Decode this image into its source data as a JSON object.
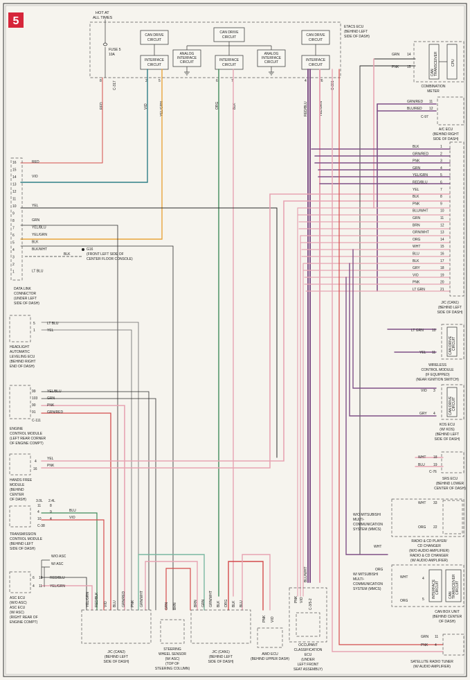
{
  "badge": {
    "number": "5",
    "color": "#d6263a"
  },
  "wire_colors": {
    "pink": "#e7a3b2",
    "purple": "#7e4f86",
    "black": "#2a2a2a",
    "green": "#3f8a5a",
    "orange": "#e9a43a",
    "red": "#d44b4b",
    "teal": "#2f7e86",
    "grey": "#666666"
  },
  "top": {
    "hot": "HOT AT",
    "alltimes": "ALL TIMES",
    "fuse1": "FUSE 5",
    "fuse2": "10A",
    "etacs1": "ETACS ECU",
    "etacs2": "(BEHIND LEFT",
    "etacs3": "SIDE OF DASH)",
    "can1": "CAN DRIVE",
    "can2": "CIRCUIT",
    "if1": "INTERFACE",
    "an1": "ANALOG",
    "an2": "INTERFACE",
    "an3": "CIRCUIT",
    "c317": "C-317",
    "c301": "C-301",
    "w_red": "RED",
    "w_vio": "VIO",
    "w_yelgrn": "YEL/GRN",
    "w_org": "ORG",
    "w_blk": "BLK",
    "w_redblu": "RED/BLU",
    "p8": "8",
    "p2": "2",
    "p5": "5",
    "p6": "6",
    "p7": "7",
    "p4": "4",
    "p26": "26"
  },
  "dlc": {
    "rows": [
      {
        "pin": "16",
        "wire": "RED"
      },
      {
        "pin": "15",
        "wire": ""
      },
      {
        "pin": "14",
        "wire": "VIO"
      },
      {
        "pin": "13",
        "wire": ""
      },
      {
        "pin": "12",
        "wire": ""
      },
      {
        "pin": "11",
        "wire": ""
      },
      {
        "pin": "10",
        "wire": "YEL"
      },
      {
        "pin": "9",
        "wire": ""
      },
      {
        "pin": "8",
        "wire": "GRN"
      },
      {
        "pin": "7",
        "wire": "YEL/BLU"
      },
      {
        "pin": "6",
        "wire": "YEL/GRN"
      },
      {
        "pin": "5",
        "wire": "BLK"
      },
      {
        "pin": "4",
        "wire": "BLK/WHT"
      },
      {
        "pin": "3",
        "wire": ""
      },
      {
        "pin": "2",
        "wire": ""
      },
      {
        "pin": "1",
        "wire": "LT BLU"
      }
    ],
    "blk": "BLK",
    "g16": "G16",
    "g16a": "(FRONT LEFT SIDE OF",
    "g16b": "CENTER FLOOR CONSOLE)",
    "name1": "DATA LINK",
    "name2": "CONNECTOR",
    "name3": "(UNDER LEFT",
    "name4": "SIDE OF DASH)"
  },
  "headlight": {
    "rows": [
      {
        "pin": "5",
        "wire": "LT BLU"
      },
      {
        "pin": "1",
        "wire": "YEL"
      }
    ],
    "name1": "HEADLIGHT",
    "name2": "AUTOMATIC",
    "name3": "LEVELING ECU",
    "name4": "(BEHIND RIGHT",
    "name5": "END OF DASH)"
  },
  "ecm": {
    "rows": [
      {
        "pin": "99",
        "wire": "YEL/BLU"
      },
      {
        "pin": "103",
        "wire": "GRN"
      },
      {
        "pin": "90",
        "wire": "PNK"
      },
      {
        "pin": "91",
        "wire": "GRN/RED"
      }
    ],
    "conn": "C-111",
    "name1": "ENGINE",
    "name2": "CONTROL MODULE",
    "name3": "(LEFT REAR CORNER",
    "name4": "OF ENGINE COMPT)"
  },
  "handsfree": {
    "rows": [
      {
        "pin": "4",
        "wire": "YEL"
      },
      {
        "pin": "16",
        "wire": "PNK"
      }
    ],
    "name1": "HANDS FREE",
    "name2": "MODULE",
    "name3": "(BEHIND",
    "name4": "CENTER",
    "name5": "OF DASH)"
  },
  "tcm": {
    "hdr1": "3.0L",
    "hdr2": "2.4L",
    "rows": [
      {
        "p1": "4",
        "p2": "9",
        "wire": "BLU"
      },
      {
        "p1": "10",
        "p2": "4",
        "wire": "VIO"
      }
    ],
    "p1b": "11",
    "p2b": "8",
    "conn": "C-38",
    "name1": "TRANSMISSION",
    "name2": "CONTROL MODULE",
    "name3": "(BEHIND LEFT",
    "name4": "SIDE OF DASH)"
  },
  "asc": {
    "wo": "W/O ASC",
    "w": "W/ ASC",
    "rows": [
      {
        "pin": "6",
        "pin2": "10",
        "wire": "RED/BLU"
      },
      {
        "pin": "4",
        "pin2": "11",
        "wire": "YEL/GRN"
      }
    ],
    "name1": "ASC ECU",
    "name2": "(W/O ASC)",
    "name3": "ASC ECU",
    "name4": "(W/ ASC)",
    "name5": "(RIGHT REAR OF",
    "name6": "ENGINE COMPT)"
  },
  "bottom": {
    "jc1_wires": [
      "YEL/GRN",
      "RED/BLK",
      "VIO",
      "BLU",
      "GRN/RED",
      "PNK",
      "GRN/WHT"
    ],
    "jc1_name1": "J/C (CAN2)",
    "jc1_name2": "(BEHIND LEFT",
    "jc1_name3": "SIDE OF DASH)",
    "steer_wires": [
      "GRN",
      "BRN"
    ],
    "steer_name1": "STEERING",
    "steer_name2": "WHEEL SENSOR",
    "steer_name3": "(W/ ASC)",
    "steer_name4": "(TOP OF",
    "steer_name5": "STEERING COLUMN)",
    "jc2_wires": [
      "BRN",
      "GRN",
      "GRN/WHT",
      "BLK",
      "ORG",
      "BLK",
      "BLU"
    ],
    "jc2_name1": "J/C (CAN1)",
    "jc2_name2": "(BEHIND LEFT",
    "jc2_name3": "SIDE OF DASH)",
    "awd_wires": [
      "PNK",
      "VIO"
    ],
    "awd_name1": "AWD ECU",
    "awd_name2": "(BEHIND UPPER DASH)",
    "occ_wires": [
      "BLU/WHT",
      "PNK",
      "VIO"
    ],
    "occ_conn": "C-3/5-2",
    "occ_name1": "OCCUPANT",
    "occ_name2": "CLASSIFICATION",
    "occ_name3": "ECU",
    "occ_name4": "(UNDER",
    "occ_name5": "LEFT FRONT",
    "occ_name6": "SEAT ASSEMBLY)"
  },
  "right": {
    "meter_rows": [
      {
        "pin": "14",
        "wire": "GRN"
      },
      {
        "pin": "15",
        "wire": "PNK"
      }
    ],
    "meter_name": "COMBINATION",
    "meter_name2": "METER",
    "can_label1": "CAN",
    "can_label2": "TRANSCEIVER",
    "can_label3": "CIRCUIT",
    "cpu": "CPU",
    "ac_rows": [
      {
        "pin": "11",
        "wire": "GRN/RED"
      },
      {
        "pin": "12",
        "wire": "BLU/RED"
      }
    ],
    "ac_conn": "C-97",
    "ac_name1": "A/C ECU",
    "ac_name2": "(BEHIND RIGHT",
    "ac_name3": "SIDE OF DASH)",
    "jc_rows": [
      {
        "pin": "1",
        "wire": "BLK"
      },
      {
        "pin": "2",
        "wire": "GRN/RED"
      },
      {
        "pin": "3",
        "wire": "PNK"
      },
      {
        "pin": "4",
        "wire": "GRN"
      },
      {
        "pin": "5",
        "wire": "YEL/GRN"
      },
      {
        "pin": "6",
        "wire": "RED/BLU"
      },
      {
        "pin": "7",
        "wire": "YEL"
      },
      {
        "pin": "8",
        "wire": "BLK"
      },
      {
        "pin": "9",
        "wire": "PNK"
      },
      {
        "pin": "10",
        "wire": "BLU/WHT"
      },
      {
        "pin": "11",
        "wire": "GRN"
      },
      {
        "pin": "12",
        "wire": "BRN"
      },
      {
        "pin": "13",
        "wire": "GRN/WHT"
      },
      {
        "pin": "14",
        "wire": "ORG"
      },
      {
        "pin": "15",
        "wire": "WHT"
      },
      {
        "pin": "16",
        "wire": "BLU"
      },
      {
        "pin": "17",
        "wire": "BLK"
      },
      {
        "pin": "18",
        "wire": "GRY"
      },
      {
        "pin": "19",
        "wire": "VIO"
      },
      {
        "pin": "20",
        "wire": "PNK"
      },
      {
        "pin": "21",
        "wire": "LT GRN"
      }
    ],
    "jc_name1": "J/C (CAN1)",
    "jc_name2": "(BEHIND LEFT",
    "jc_name3": "SIDE OF DASH)",
    "wcm_rows": [
      {
        "pin": "10",
        "wire": "LT GRN"
      },
      {
        "pin": "11",
        "wire": "YEL"
      }
    ],
    "wcm_name1": "WIRELESS",
    "wcm_name2": "CONTROL MODULE",
    "wcm_name3": "(IF EQUIPPED)",
    "wcm_name4": "(NEAR IGNITION SWITCH)",
    "kos_rows": [
      {
        "pin": "3",
        "wire": "VIO"
      },
      {
        "pin": "4",
        "wire": "GRY"
      }
    ],
    "kos_name1": "KOS ECU",
    "kos_name2": "(W/ KOS)",
    "kos_name3": "(BEHIND LEFT",
    "kos_name4": "SIDE OF DASH)",
    "srs_rows": [
      {
        "pin": "18",
        "wire": "WHT"
      },
      {
        "pin": "19",
        "wire": "BLU"
      }
    ],
    "srs_conn": "C-76",
    "srs_name1": "SRS ECU",
    "srs_name2": "(BEHIND LOWER",
    "srs_name3": "CENTER OF DASH)",
    "radio_rows": [
      {
        "pin": "33",
        "wire": "WHT"
      },
      {
        "pin": "22",
        "wire": "ORG"
      }
    ],
    "mmcs_wo1": "W/O MITSUBISHI",
    "mmcs_wo2": "MULTI-",
    "mmcs_wo3": "COMMUNICATION",
    "mmcs_wo4": "SYSTEM (MMCS)",
    "radio_name1": "RADIO & CD PLAYER/",
    "radio_name2": "CD CHANGER",
    "radio_name3": "(W/O AUDIO AMPLIFIER)",
    "radio_name4": "RADIO & CD CHANGER",
    "radio_name5": "(W/ AUDIO AMPLIFIER)",
    "wht": "WHT",
    "org": "ORG",
    "mmcs_w1": "W/ MITSUBISHI",
    "mmcs_w2": "MULTI-",
    "mmcs_w3": "COMMUNICATION",
    "mmcs_w4": "SYSTEM (MMCS)",
    "canbox1": "CAN BOX UNIT",
    "canbox2": "(BEHIND CENTER",
    "canbox3": "OF DASH)",
    "interface_lbl": "INTERFACE",
    "canbox_pins": [
      "4",
      "5"
    ],
    "sat_rows": [
      {
        "pin": "11",
        "wire": "GRN"
      },
      {
        "pin": "4",
        "wire": "PNK"
      }
    ],
    "sat_name1": "SATELLITE RADIO TUNER",
    "sat_name2": "(W/ AUDIO AMPLIFIER)"
  }
}
